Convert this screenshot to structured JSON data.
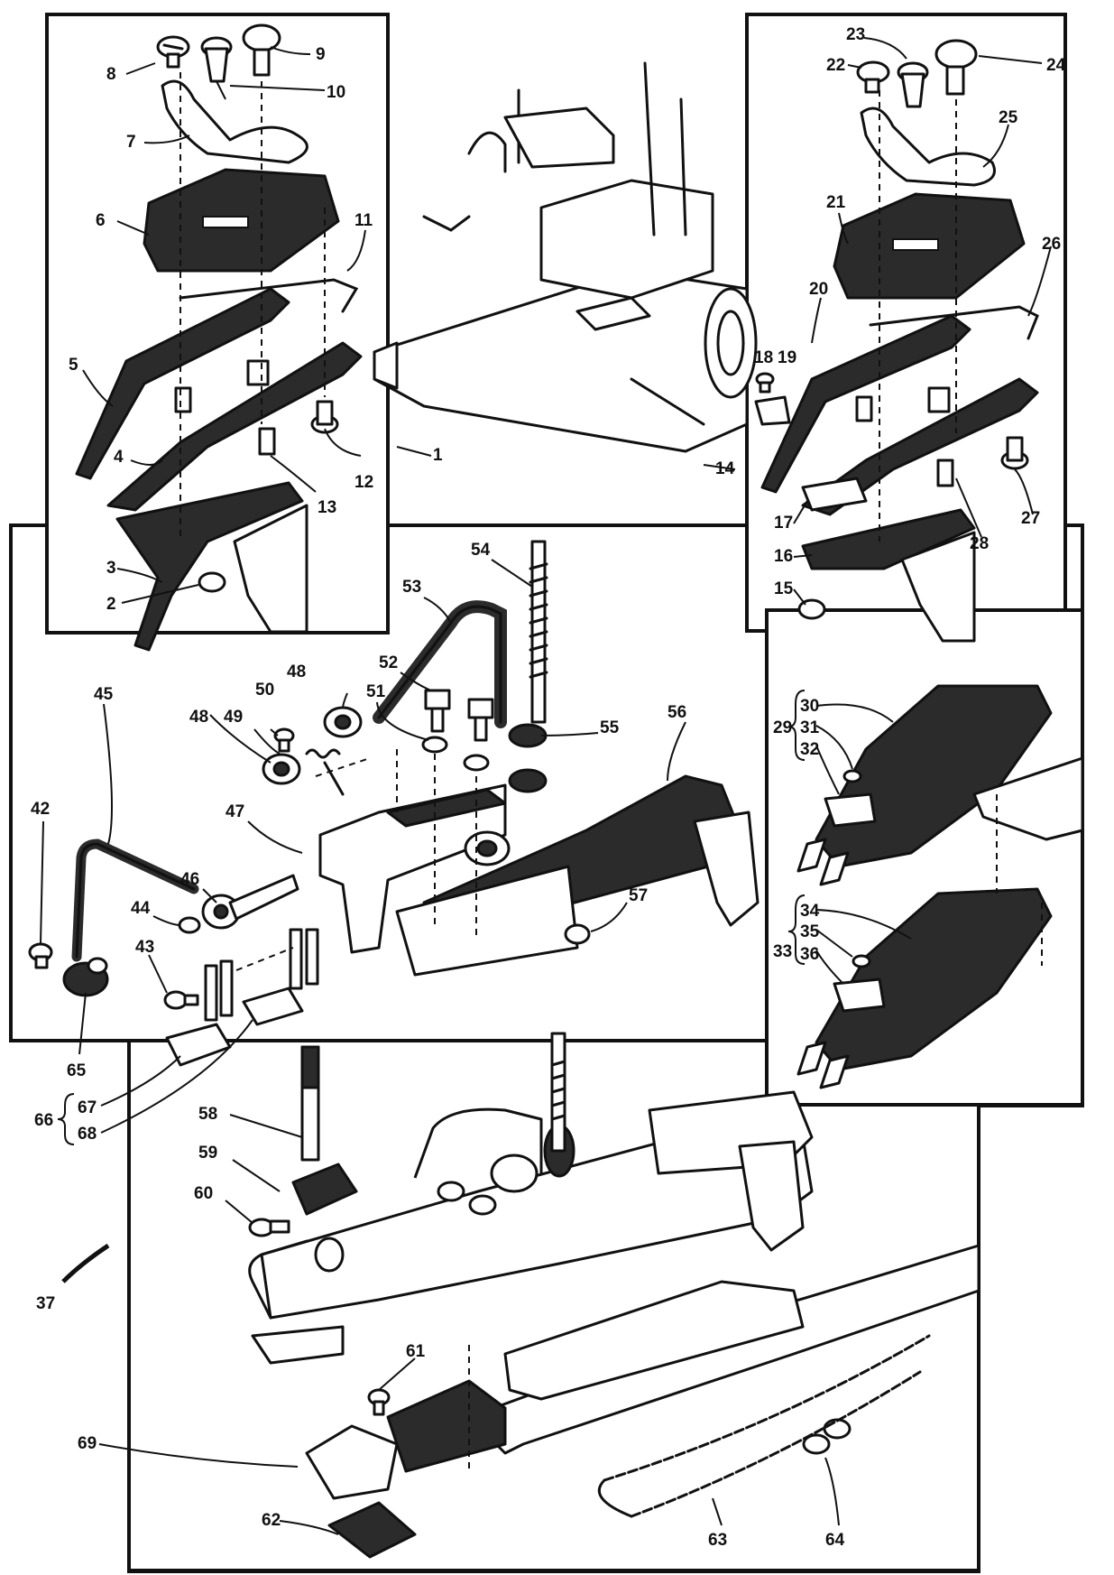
{
  "labels": {
    "l1": "1",
    "l2": "2",
    "l3": "3",
    "l4": "4",
    "l5": "5",
    "l6": "6",
    "l7": "7",
    "l8": "8",
    "l9": "9",
    "l10": "10",
    "l11": "11",
    "l12": "12",
    "l13": "13",
    "l14": "14",
    "l15": "15",
    "l16": "16",
    "l17": "17",
    "l18": "18",
    "l19": "19",
    "l20": "20",
    "l21": "21",
    "l22": "22",
    "l23": "23",
    "l24": "24",
    "l25": "25",
    "l26": "26",
    "l27": "27",
    "l28": "28",
    "l29": "29",
    "l30": "30",
    "l31": "31",
    "l32": "32",
    "l33": "33",
    "l34": "34",
    "l35": "35",
    "l36": "36",
    "l37": "37",
    "l42": "42",
    "l43": "43",
    "l44": "44",
    "l45": "45",
    "l46": "46",
    "l47": "47",
    "l48a": "48",
    "l48b": "48",
    "l49": "49",
    "l50": "50",
    "l51": "51",
    "l52": "52",
    "l53": "53",
    "l54": "54",
    "l55": "55",
    "l56": "56",
    "l57": "57",
    "l58": "58",
    "l59": "59",
    "l60": "60",
    "l61": "61",
    "l62": "62",
    "l63": "63",
    "l64": "64",
    "l65": "65",
    "l66": "66",
    "l67": "67",
    "l68": "68",
    "l69": "69"
  },
  "colors": {
    "ink": "#111111",
    "shade": "#2b2b2b",
    "paper": "#ffffff"
  }
}
